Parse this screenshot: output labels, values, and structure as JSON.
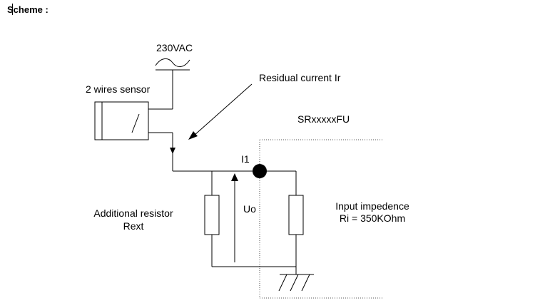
{
  "heading": "Scheme :",
  "labels": {
    "supply": "230VAC",
    "sensor": "2 wires sensor",
    "residual": "Residual current Ir",
    "device": "SRxxxxxFU",
    "node": "I1",
    "voltage": "Uo",
    "rext_line1": "Additional resistor",
    "rext_line2": "Rext",
    "input_line1": "Input impedence",
    "input_line2": "Ri = 350KOhm"
  }
}
